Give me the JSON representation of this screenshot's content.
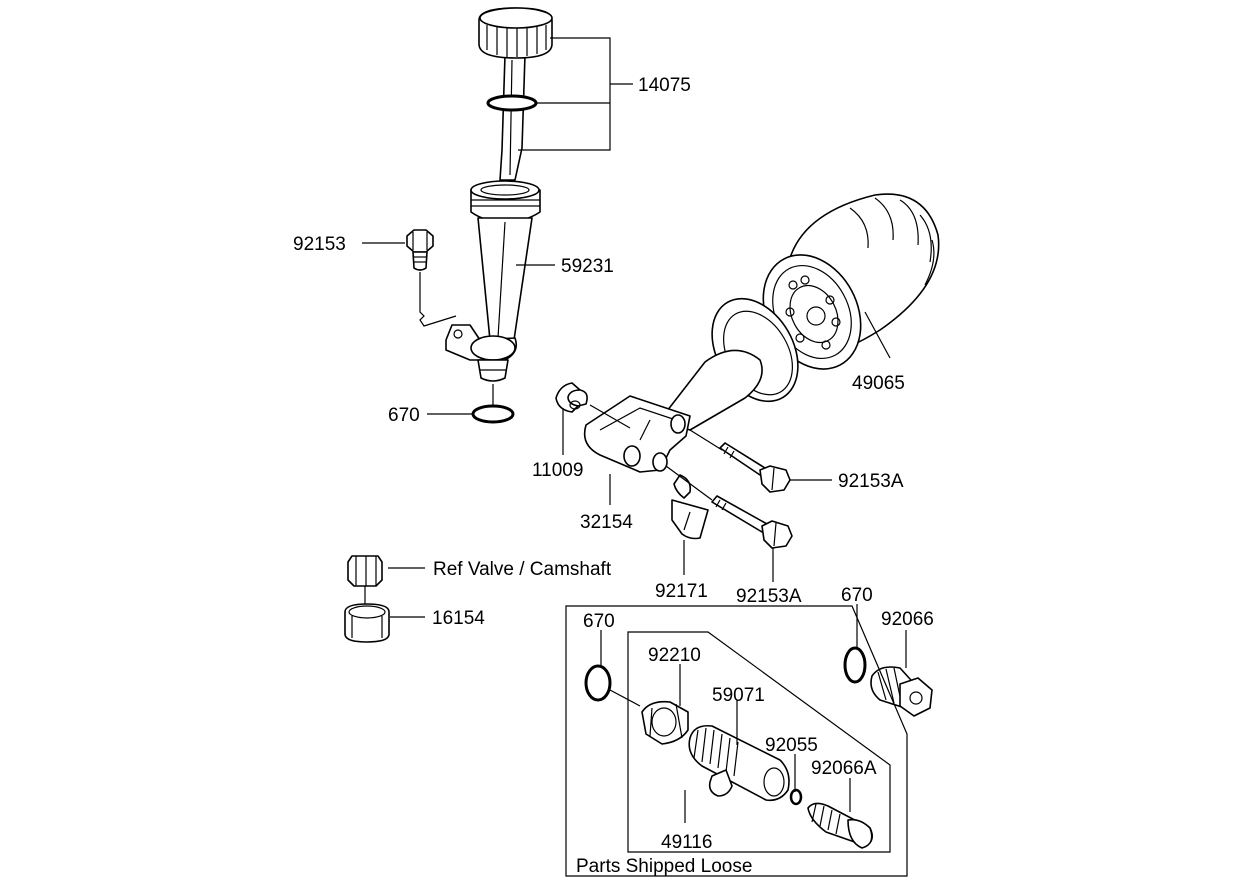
{
  "labels": {
    "p14075": "14075",
    "p92153": "92153",
    "p59231": "59231",
    "p670_a": "670",
    "p49065": "49065",
    "p11009": "11009",
    "p92153A_a": "92153A",
    "p32154": "32154",
    "p_ref": "Ref Valve / Camshaft",
    "p92171": "92171",
    "p92153A_b": "92153A",
    "p670_b": "670",
    "p92066": "92066",
    "p16154": "16154",
    "p670_c": "670",
    "p92210": "92210",
    "p59071": "59071",
    "p92055": "92055",
    "p92066A": "92066A",
    "p49116": "49116",
    "kit_caption": "Parts Shipped Loose"
  },
  "icons": [
    "dipstick-cap",
    "o-ring",
    "bolt",
    "oil-fill-tube",
    "oil-filter",
    "filter-adapter",
    "clip",
    "oil-pump-rotor",
    "drain-plug",
    "drain-valve"
  ]
}
